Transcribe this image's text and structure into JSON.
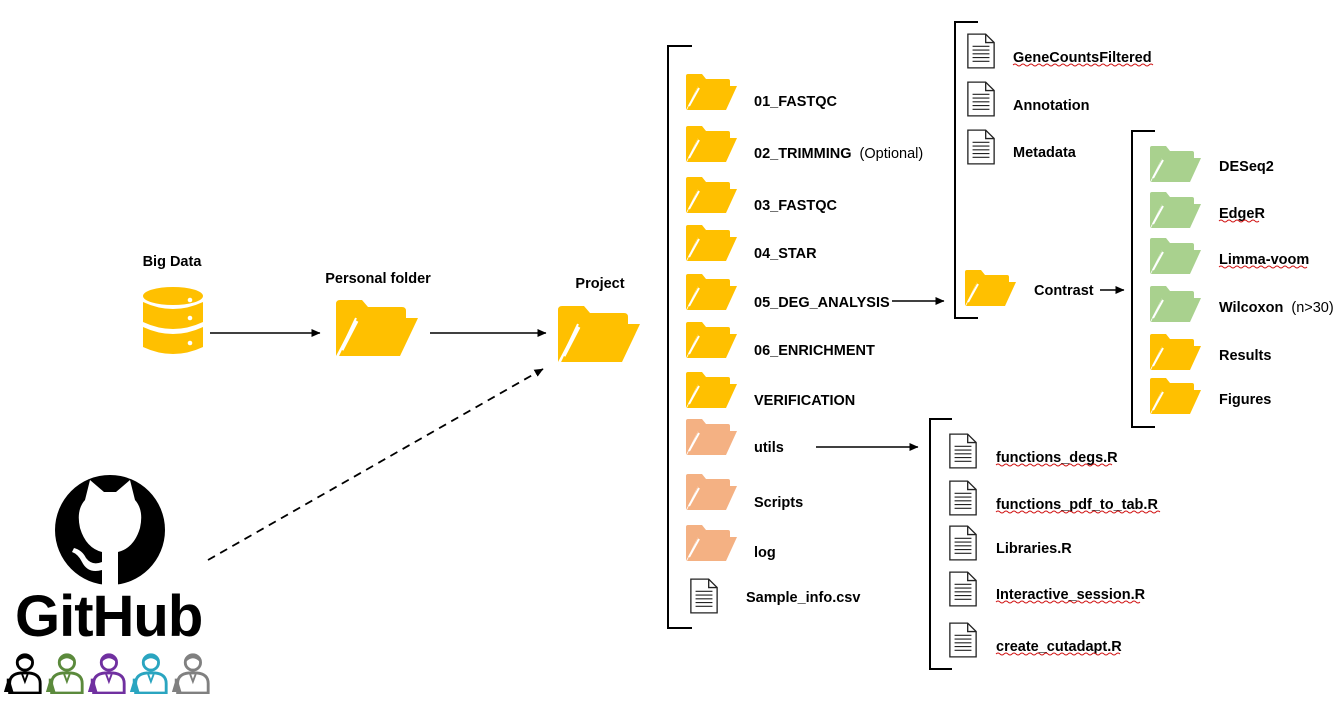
{
  "labels": {
    "big_data": "Big Data",
    "personal_folder": "Personal folder",
    "project": "Project",
    "github": "GitHub"
  },
  "project_folders": [
    {
      "name": "01_FASTQC",
      "color": "yellow"
    },
    {
      "name": "02_TRIMMING",
      "note": "(Optional)",
      "color": "yellow"
    },
    {
      "name": "03_FASTQC",
      "color": "yellow"
    },
    {
      "name": "04_STAR",
      "color": "yellow"
    },
    {
      "name": "05_DEG_ANALYSIS",
      "color": "yellow"
    },
    {
      "name": "06_ENRICHMENT",
      "color": "yellow"
    },
    {
      "name": "VERIFICATION",
      "color": "yellow"
    },
    {
      "name": "utils",
      "color": "salmon"
    },
    {
      "name": "Scripts",
      "color": "salmon"
    },
    {
      "name": "log",
      "color": "salmon"
    }
  ],
  "project_files": [
    "Sample_info.csv"
  ],
  "deg_files": [
    "GeneCountsFiltered",
    "Annotation",
    "Metadata"
  ],
  "contrast": {
    "label": "Contrast",
    "folders": [
      {
        "name": "DESeq2",
        "color": "green"
      },
      {
        "name": "EdgeR",
        "color": "green"
      },
      {
        "name": "Limma-voom",
        "color": "green"
      },
      {
        "name": "Wilcoxon",
        "note": "(n>30)",
        "color": "green"
      },
      {
        "name": "Results",
        "color": "yellow"
      },
      {
        "name": "Figures",
        "color": "yellow"
      }
    ]
  },
  "utils_files": [
    "functions_degs.R",
    "functions_pdf_to_tab.R",
    "Libraries.R",
    "Interactive_session.R",
    "create_cutadapt.R"
  ],
  "colors": {
    "folder_yellow": "#FFC000",
    "folder_yellow_front": "#FFC000",
    "folder_salmon": "#F4B183",
    "folder_green": "#A9D18E",
    "person_colors": [
      "#000000",
      "#5B8A3C",
      "#7030A0",
      "#2AA5C0",
      "#808080"
    ]
  }
}
